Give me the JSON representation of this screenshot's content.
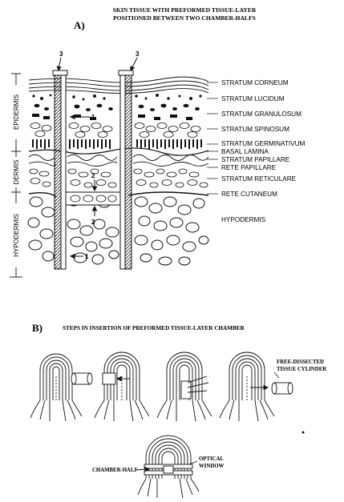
{
  "panel_a": {
    "letter": "A)",
    "title_line1": "SKIN TISSUE WITH PREFORMED TISSUE-LAYER",
    "title_line2": "POSITIONED BETWEEN TWO CHAMBER-HALFS",
    "callouts": {
      "one": "1",
      "two": "2",
      "three": "3"
    },
    "layers": [
      "STRATUM CORNEUM",
      "STRATUM LUCIDUM",
      "STRATUM GRANULOSUM",
      "STRATUM SPINOSUM",
      "STRATUM GERMINATIVUM",
      "BASAL LAMINA",
      "STRATUM PAPILLARE",
      "RETE PAPILLARE",
      "STRATUM RETICULARE",
      "RETE CUTANEUM",
      "HYPODERMIS"
    ],
    "regions": {
      "epidermis": "EPIDERMIS",
      "dermis": "DERMIS",
      "hypodermis": "HYPODERMIS"
    }
  },
  "panel_b": {
    "letter": "B)",
    "title": "STEPS IN INSERTION OF PREFORMED TISSUE-LAYER CHAMBER",
    "label_free_line1": "FREE-DISSECTED",
    "label_free_line2": "TISSUE CYLINDER",
    "label_chamber_half": "CHAMBER-HALF",
    "label_optical_line1": "OPTICAL",
    "label_optical_line2": "WINDOW"
  }
}
